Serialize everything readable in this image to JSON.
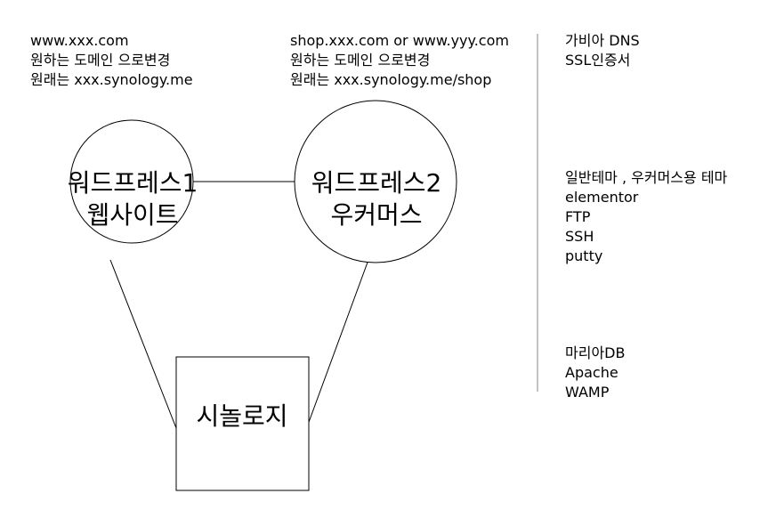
{
  "notes": {
    "left": [
      "www.xxx.com",
      "원하는 도메인 으로변경",
      "원래는 xxx.synology.me"
    ],
    "middle": [
      "shop.xxx.com or www.yyy.com",
      "원하는 도메인 으로변경",
      "원래는 xxx.synology.me/shop"
    ]
  },
  "right_column": {
    "group1": [
      "가비아 DNS",
      "SSL인증서"
    ],
    "group2": [
      "일반테마 , 우커머스용 테마",
      "elementor",
      "FTP",
      "SSH",
      "putty"
    ],
    "group3": [
      "마리아DB",
      "Apache",
      "WAMP"
    ]
  },
  "nodes": {
    "wordpress1": {
      "line1": "워드프레스1",
      "line2": "웹사이트"
    },
    "wordpress2": {
      "line1": "워드프레스2",
      "line2": "우커머스"
    },
    "synology": {
      "label": "시놀로지"
    }
  },
  "colors": {
    "stroke": "#000000",
    "divider": "#888888"
  }
}
